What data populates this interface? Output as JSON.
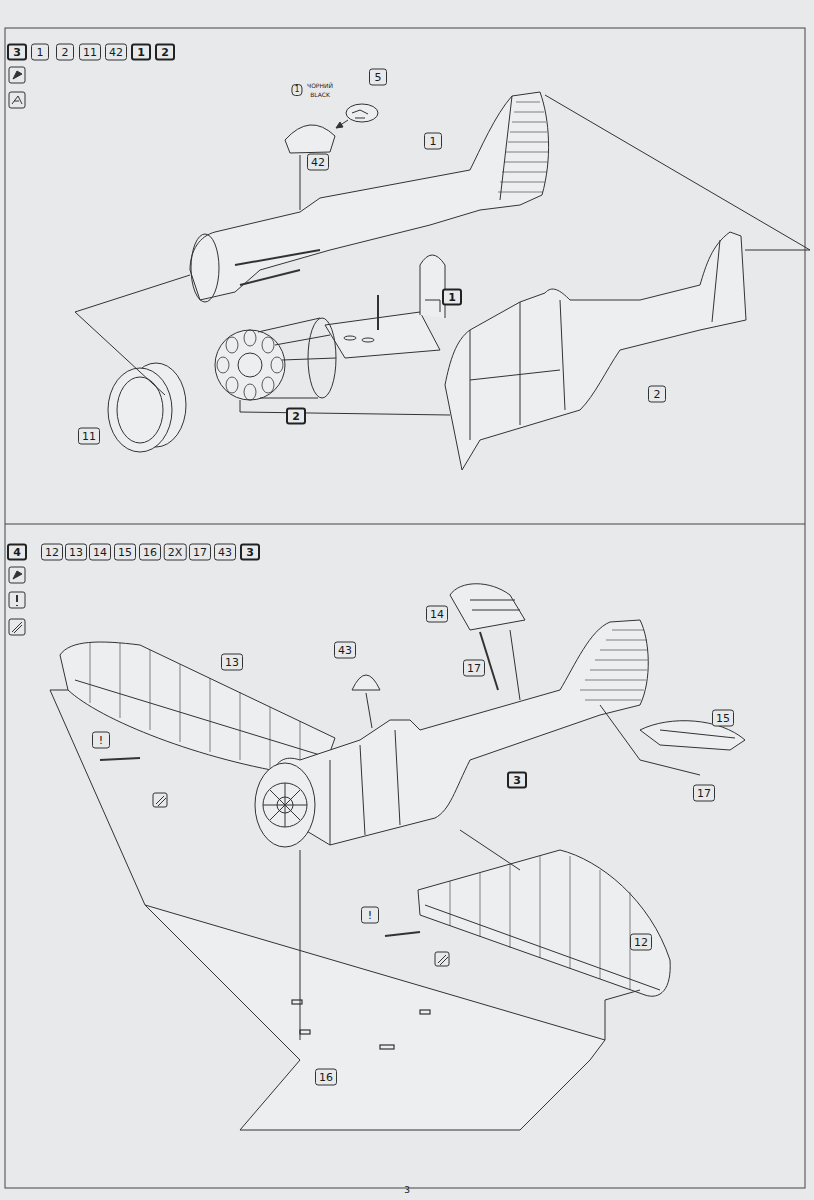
{
  "diagram": {
    "labels": [
      "3",
      "1",
      "2",
      "11",
      "42",
      "1",
      "2",
      "ЧОРНИЙ",
      "BLACK",
      "1",
      "5",
      "42",
      "1",
      "1",
      "2",
      "2",
      "11",
      "4",
      "12",
      "13",
      "14",
      "15",
      "16",
      "2X",
      "17",
      "43",
      "3",
      "14",
      "43",
      "17",
      "13",
      "!",
      "15",
      "17",
      "3",
      "12",
      "!",
      "16",
      "3"
    ]
  }
}
